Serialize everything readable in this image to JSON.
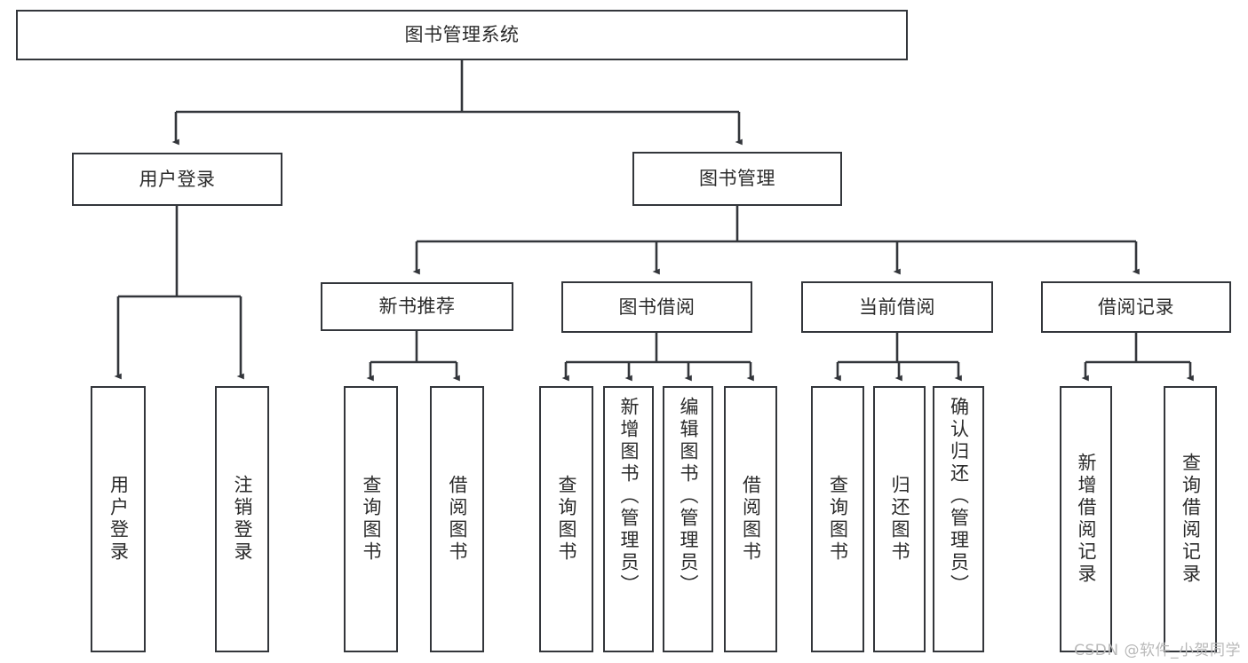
{
  "diagram": {
    "title": "图书管理系统",
    "type": "hierarchy-tree",
    "watermark": "CSDN @软件_小贺同学",
    "colors": {
      "box_border": "#33363b",
      "box_fill": "#ffffff",
      "edge": "#33363b",
      "text": "#2b2b2b",
      "watermark": "#b9b9b9"
    },
    "root": {
      "id": "root",
      "label": "图书管理系统"
    },
    "level2": [
      {
        "id": "user-login",
        "label": "用户登录"
      },
      {
        "id": "book-manage",
        "label": "图书管理"
      }
    ],
    "level3": [
      {
        "id": "new-book-recommend",
        "label": "新书推荐",
        "parent": "book-manage"
      },
      {
        "id": "book-borrow",
        "label": "图书借阅",
        "parent": "book-manage"
      },
      {
        "id": "current-borrow",
        "label": "当前借阅",
        "parent": "book-manage"
      },
      {
        "id": "borrow-record",
        "label": "借阅记录",
        "parent": "book-manage"
      }
    ],
    "leaves": [
      {
        "id": "leaf-user-login",
        "label": "用户登录",
        "parent": "user-login"
      },
      {
        "id": "leaf-user-logout",
        "label": "注销登录",
        "parent": "user-login"
      },
      {
        "id": "leaf-query-book-1",
        "label": "查询图书",
        "parent": "new-book-recommend"
      },
      {
        "id": "leaf-borrow-book-1",
        "label": "借阅图书",
        "parent": "new-book-recommend"
      },
      {
        "id": "leaf-query-book-2",
        "label": "查询图书",
        "parent": "book-borrow"
      },
      {
        "id": "leaf-add-book",
        "label": "新增图书（管理员）",
        "parent": "book-borrow"
      },
      {
        "id": "leaf-edit-book",
        "label": "编辑图书（管理员）",
        "parent": "book-borrow"
      },
      {
        "id": "leaf-borrow-book-2",
        "label": "借阅图书",
        "parent": "book-borrow"
      },
      {
        "id": "leaf-query-book-3",
        "label": "查询图书",
        "parent": "current-borrow"
      },
      {
        "id": "leaf-return-book",
        "label": "归还图书",
        "parent": "current-borrow"
      },
      {
        "id": "leaf-confirm-return",
        "label": "确认归还（管理员）",
        "parent": "current-borrow"
      },
      {
        "id": "leaf-add-record",
        "label": "新增借阅记录",
        "parent": "borrow-record"
      },
      {
        "id": "leaf-query-record",
        "label": "查询借阅记录",
        "parent": "borrow-record"
      }
    ]
  }
}
